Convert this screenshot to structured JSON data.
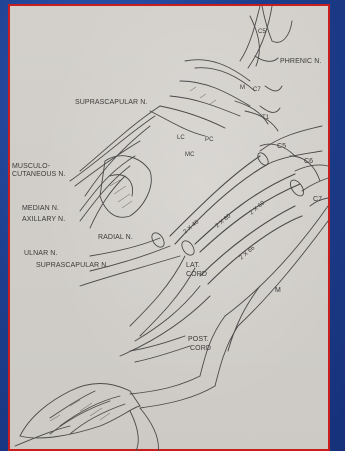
{
  "labels": {
    "suprascapular_top": "SUPRASCAPULAR N.",
    "phrenic": "PHRENIC N.",
    "c5_top": "C5",
    "m_top": "M",
    "c7_top": "C7",
    "t1": "T1",
    "lc": "LC",
    "pc": "PC",
    "mc": "MC",
    "musculo": "MUSCULO-",
    "cutaneous": "CUTANEOUS N.",
    "median": "MEDIAN N.",
    "axillary": "AXILLARY N.",
    "ulnar": "ULNAR N.",
    "radial": "RADIAL N.",
    "suprascapular_bottom": "SUPRASCAPULAR N.",
    "lat": "LAT.",
    "cord_lat": "CORD",
    "post": "POST.",
    "cord_post": "CORD",
    "c5": "C5",
    "c6": "C6",
    "c7": "C7",
    "m": "M",
    "graft1": "2 X 46",
    "graft2": "2 X 60",
    "graft3": "2 X 60",
    "graft4": "2 X 66"
  }
}
